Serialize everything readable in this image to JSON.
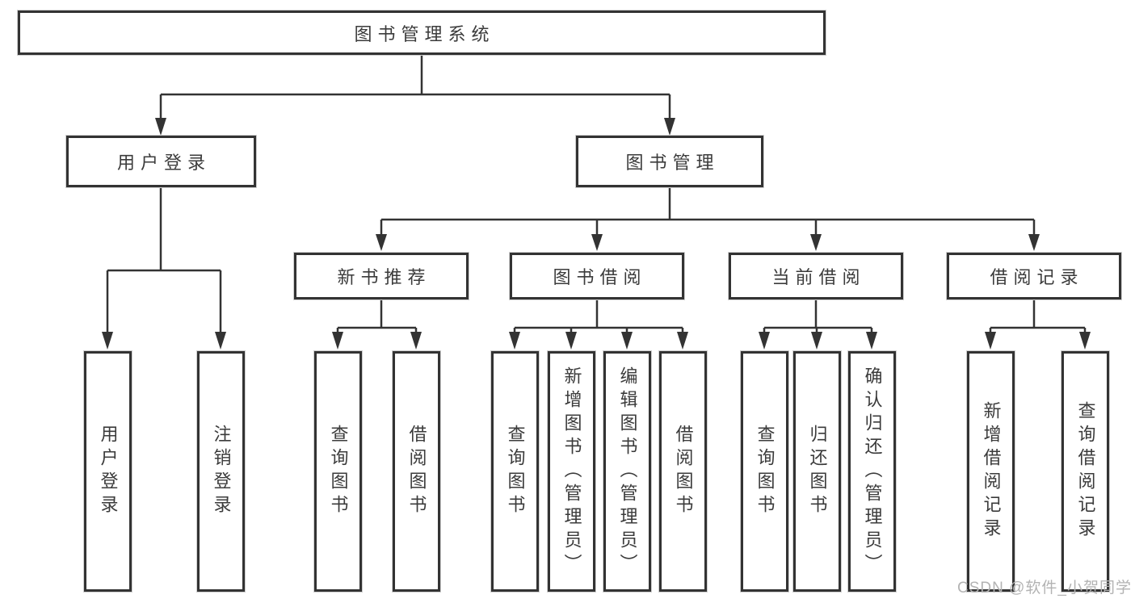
{
  "diagram": {
    "title": "图书管理系统",
    "level2": [
      "用户登录",
      "图书管理"
    ],
    "level3": [
      "新书推荐",
      "图书借阅",
      "当前借阅",
      "借阅记录"
    ],
    "leaves": {
      "user_login": [
        "用户登录",
        "注销登录"
      ],
      "new_book_recommend": [
        "查询图书",
        "借阅图书"
      ],
      "book_borrow": [
        "查询图书",
        "新增图书（管理员）",
        "编辑图书（管理员）",
        "借阅图书"
      ],
      "current_borrow": [
        "查询图书",
        "归还图书",
        "确认归还（管理员）"
      ],
      "borrow_records": [
        "新增借阅记录",
        "查询借阅记录"
      ]
    }
  },
  "watermark": "CSDN @软件_小贺同学",
  "colors": {
    "line": "#333333",
    "box_border": "#333333",
    "box_fill": "#ffffff",
    "text": "#3b3b3b",
    "watermark": "#b3b3b3",
    "background": "#ffffff"
  }
}
